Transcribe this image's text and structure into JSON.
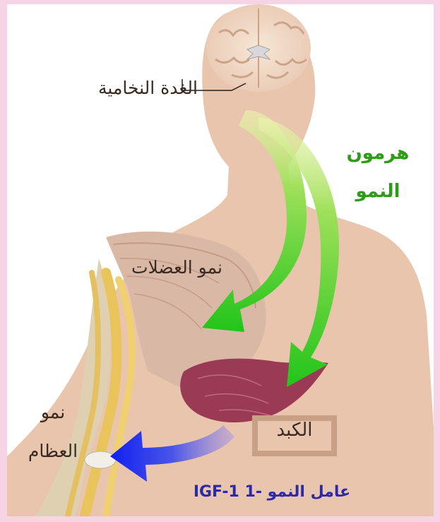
{
  "labels": {
    "pituitary": "الغدة النخامية",
    "growth_hormone_line1": "هرمون",
    "growth_hormone_line2": "النمو",
    "muscle_growth": "نمو العضلات",
    "bone_growth_line1": "نمو",
    "bone_growth_line2": "العظام",
    "liver": "الكبد",
    "igf": "عامل النمو -1 IGF-1"
  },
  "colors": {
    "frame_background": "#f7d3e6",
    "skin": "#e9c5ad",
    "green_arrow": "#2fcf1a",
    "blue_arrow": "#1a2ae6",
    "liver": "#9a3a55",
    "green_text": "#2e9b1a",
    "blue_text": "#2a2aa8"
  }
}
